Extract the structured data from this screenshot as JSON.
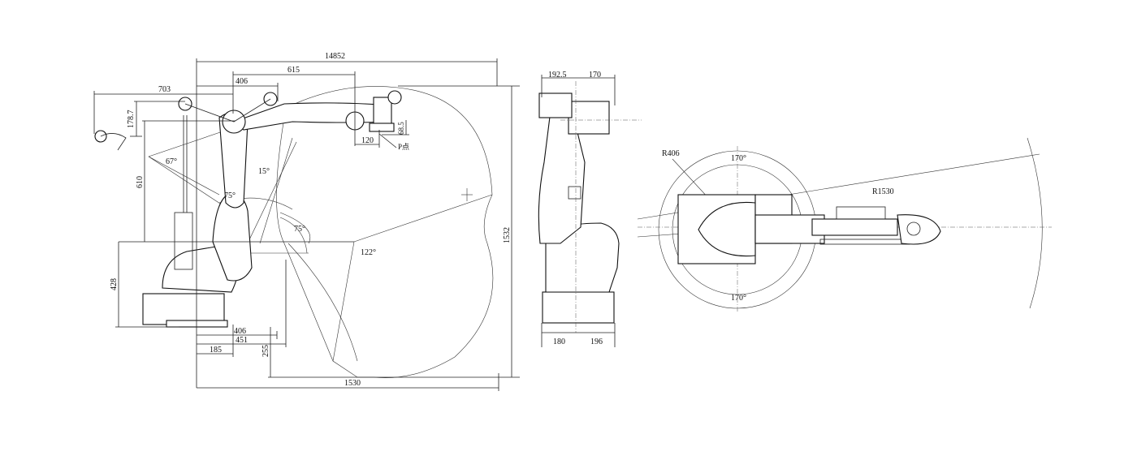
{
  "side_view": {
    "dims": {
      "total_reach": "14852",
      "d615": "615",
      "d406_top": "406",
      "d703": "703",
      "d178_7": "178.7",
      "d610": "610",
      "d68_5": "68.5",
      "d120": "120",
      "p_point": "P点",
      "d428": "428",
      "d406_bottom": "406",
      "d451": "451",
      "d185": "185",
      "d255": "255",
      "d1530": "1530",
      "d1532": "1532"
    },
    "angles": {
      "a67": "67°",
      "a15": "15°",
      "a75_upper": "75°",
      "a75_lower": "75°",
      "a122": "122°"
    }
  },
  "front_view": {
    "dims": {
      "d192_5": "192.5",
      "d170": "170",
      "d180": "180",
      "d196": "196"
    }
  },
  "top_view": {
    "dims": {
      "r406": "R406",
      "r1530": "R1530",
      "a170_top": "170°",
      "a170_bottom": "170°"
    }
  }
}
